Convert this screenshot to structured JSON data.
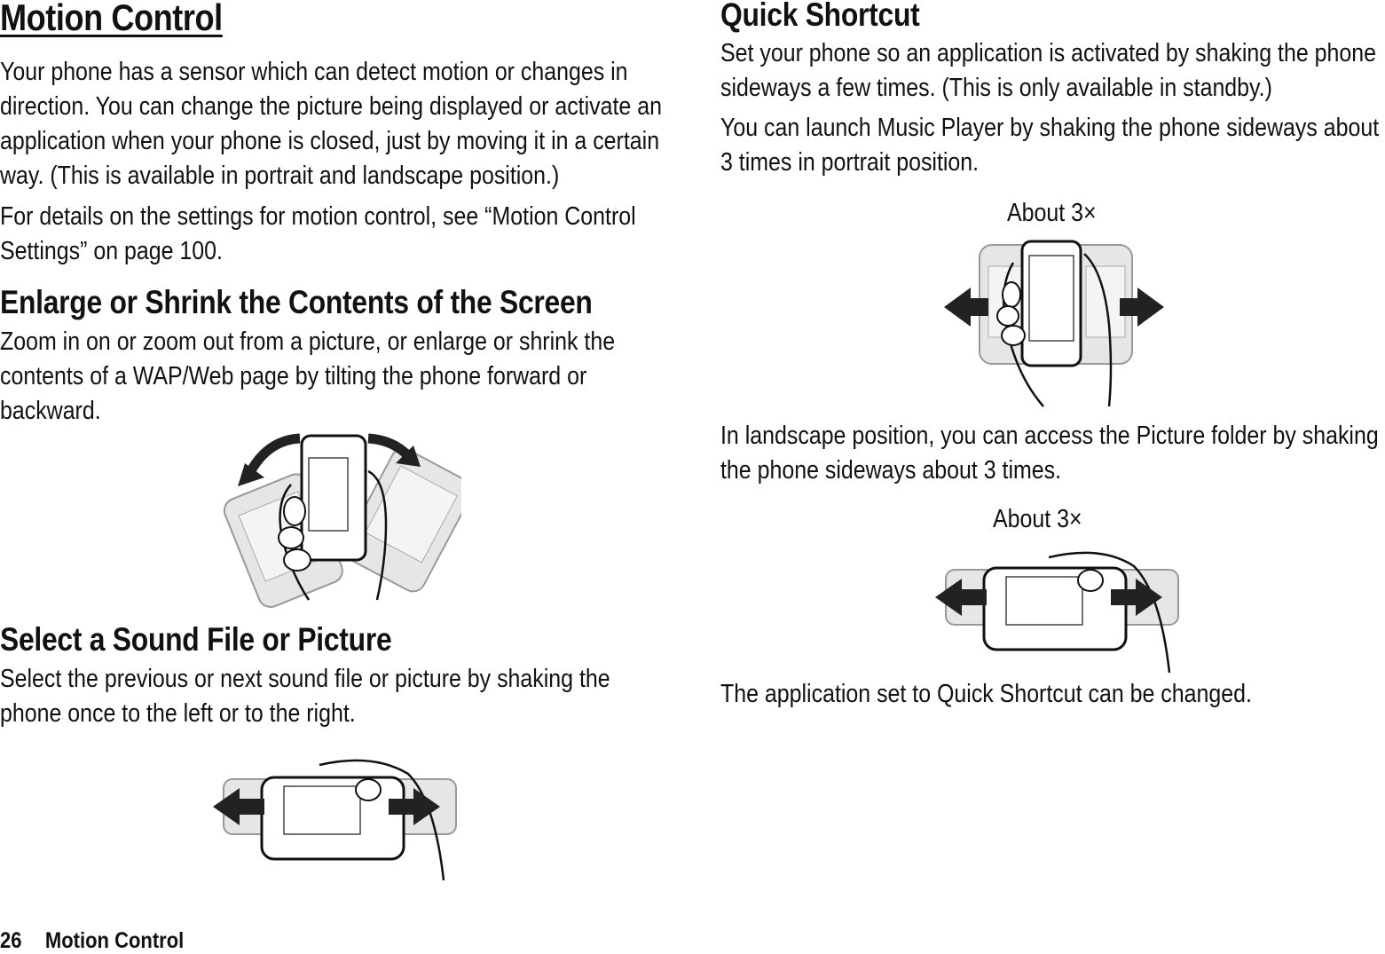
{
  "left": {
    "title": "Motion Control",
    "intro_p1": "Your phone has a sensor which can detect motion or changes in direction. You can change the picture being displayed or activate an application when your phone is closed, just by moving it in a certain way. (This is available in portrait and landscape position.)",
    "intro_p2": "For details on the settings for motion control, see “Motion Control Settings” on page 100.",
    "section1_heading": "Enlarge or Shrink the Contents of the Screen",
    "section1_text": "Zoom in on or zoom out from a picture, or enlarge or shrink the contents of a WAP/Web page by tilting the phone forward or backward.",
    "section2_heading": "Select a Sound File or Picture",
    "section2_text": "Select the previous or next sound file or picture by shaking the phone once to the left or to the right."
  },
  "right": {
    "heading": "Quick Shortcut",
    "p1": "Set your phone so an application is activated by shaking the phone sideways a few times. (This is only available in standby.)",
    "p2": "You can launch Music Player by shaking the phone sideways about 3 times in portrait position.",
    "caption1": "About 3×",
    "p3": "In landscape position, you can access the Picture folder by shaking the phone sideways about 3 times.",
    "caption2": "About 3×",
    "p4": "The application set to Quick Shortcut can be changed."
  },
  "footer": {
    "page_number": "26",
    "section": "Motion Control"
  }
}
